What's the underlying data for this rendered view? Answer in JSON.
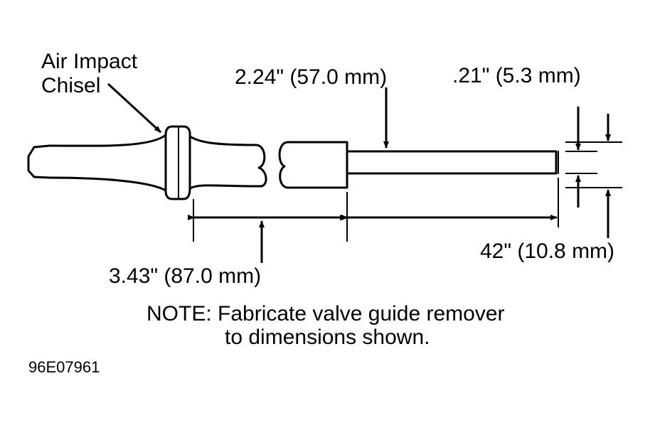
{
  "labels": {
    "tool_name_line1": "Air Impact",
    "tool_name_line2": "Chisel",
    "dim_shaft_length": "2.24\" (57.0 mm)",
    "dim_shaft_diameter": ".21\" (5.3 mm)",
    "dim_body_length": "3.43\" (87.0 mm)",
    "dim_body_diameter": "42\" (10.8 mm)"
  },
  "note": {
    "line1": "NOTE: Fabricate valve guide remover",
    "line2": "to dimensions shown."
  },
  "figure_id": "96E07961"
}
